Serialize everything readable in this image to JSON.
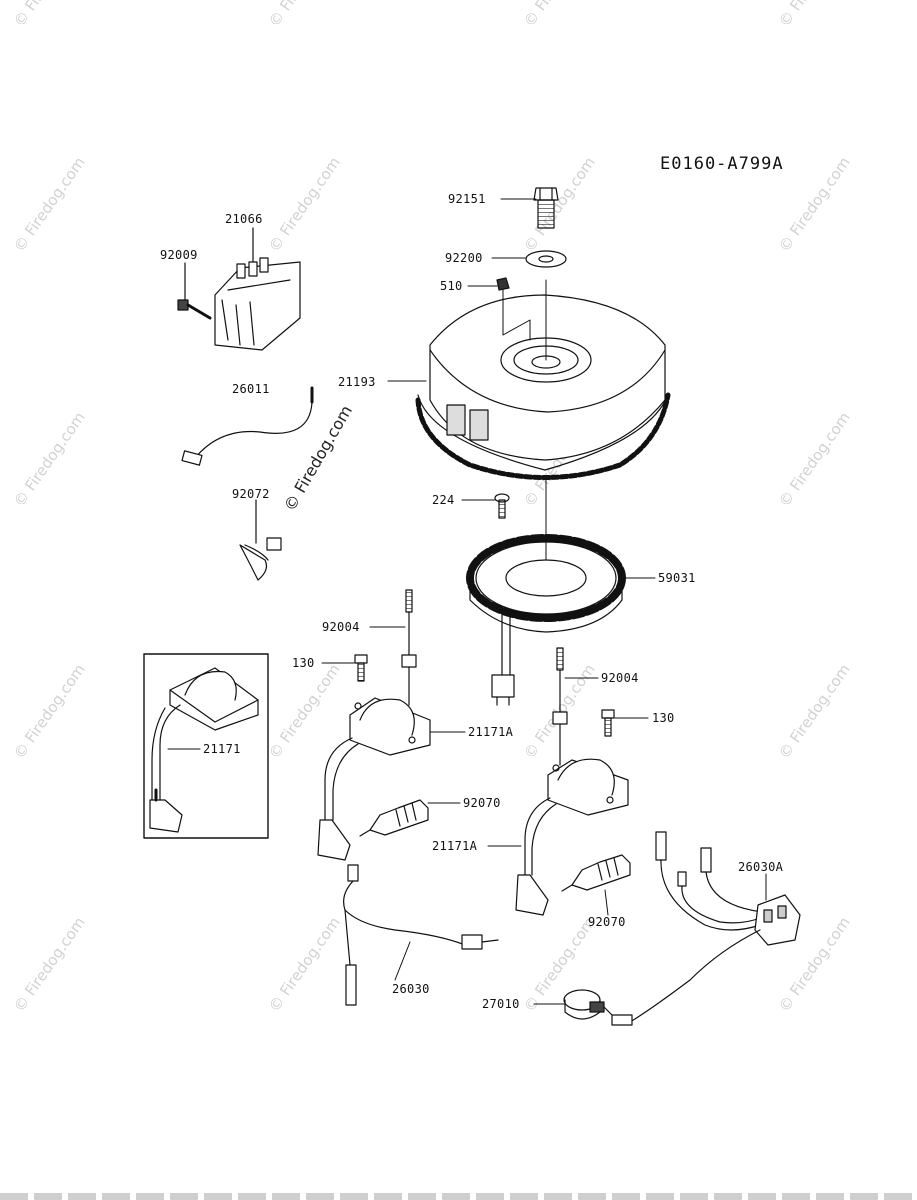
{
  "diagram_code": "E0160-A799A",
  "watermark_text": "© Firedog.com",
  "parts": [
    {
      "id": "p92151",
      "number": "92151"
    },
    {
      "id": "p92200",
      "number": "92200"
    },
    {
      "id": "p510",
      "number": "510"
    },
    {
      "id": "p21066",
      "number": "21066"
    },
    {
      "id": "p92009",
      "number": "92009"
    },
    {
      "id": "p21193",
      "number": "21193"
    },
    {
      "id": "p26011",
      "number": "26011"
    },
    {
      "id": "p92072",
      "number": "92072"
    },
    {
      "id": "p224",
      "number": "224"
    },
    {
      "id": "p59031",
      "number": "59031"
    },
    {
      "id": "p92004a",
      "number": "92004"
    },
    {
      "id": "p130a",
      "number": "130"
    },
    {
      "id": "p92004b",
      "number": "92004"
    },
    {
      "id": "p130b",
      "number": "130"
    },
    {
      "id": "p21171",
      "number": "21171"
    },
    {
      "id": "p21171Aa",
      "number": "21171A"
    },
    {
      "id": "p92070a",
      "number": "92070"
    },
    {
      "id": "p21171Ab",
      "number": "21171A"
    },
    {
      "id": "p26030A",
      "number": "26030A"
    },
    {
      "id": "p92070b",
      "number": "92070"
    },
    {
      "id": "p26030",
      "number": "26030"
    },
    {
      "id": "p27010",
      "number": "27010"
    }
  ]
}
